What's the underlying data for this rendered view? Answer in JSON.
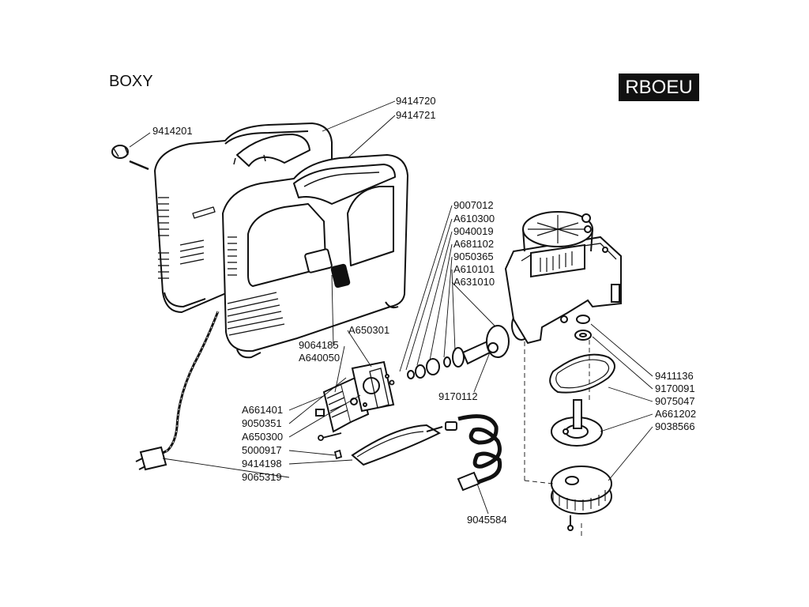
{
  "header": {
    "model_name": "BOXY",
    "code": "RBOEU"
  },
  "part_numbers": {
    "p9414201": "9414201",
    "p9414720": "9414720",
    "p9414721": "9414721",
    "p9007012": "9007012",
    "pA610300": "A610300",
    "p9040019": "9040019",
    "pA681102": "A681102",
    "p9050365": "9050365",
    "pA610101": "A610101",
    "pA631010": "A631010",
    "pA650301": "A650301",
    "p9064185": "9064185",
    "pA640050": "A640050",
    "pA661401": "A661401",
    "p9050351": "9050351",
    "pA650300": "A650300",
    "p5000917": "5000917",
    "p9414198": "9414198",
    "p9065319": "9065319",
    "p9170112": "9170112",
    "p9411136": "9411136",
    "p9170091": "9170091",
    "p9075047": "9075047",
    "pA661202": "A661202",
    "p9038566": "9038566",
    "p9045584": "9045584"
  }
}
